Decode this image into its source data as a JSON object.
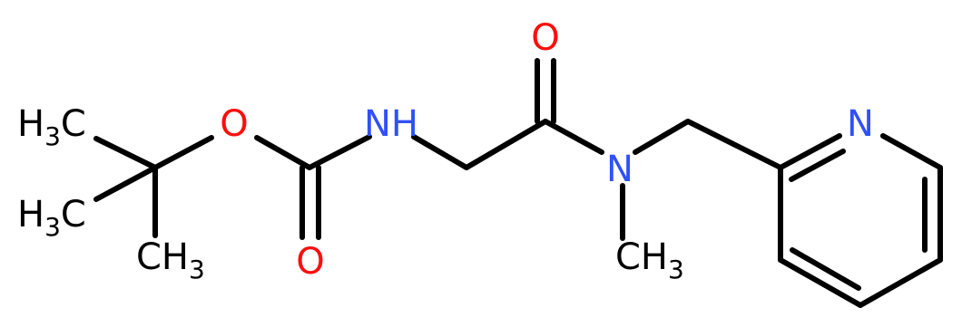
{
  "molecule": {
    "colors": {
      "bond": "#000000",
      "carbon_label": "#000000",
      "oxygen": "#ff0d0d",
      "nitrogen": "#3050f8"
    },
    "labels": {
      "methyl_top": {
        "main": "H",
        "sub": "3",
        "end": "C"
      },
      "methyl_mid": {
        "main": "H",
        "sub": "3",
        "end": "C"
      },
      "methyl_bottom": {
        "main": "CH",
        "sub": "3"
      },
      "ester_oxygen": "O",
      "carbonyl_oxygen_bottom": "O",
      "amide_nh": "NH",
      "carbonyl_oxygen_top": "O",
      "amide_n": "N",
      "n_methyl": {
        "main": "CH",
        "sub": "3"
      },
      "pyridine_n": "N"
    }
  }
}
